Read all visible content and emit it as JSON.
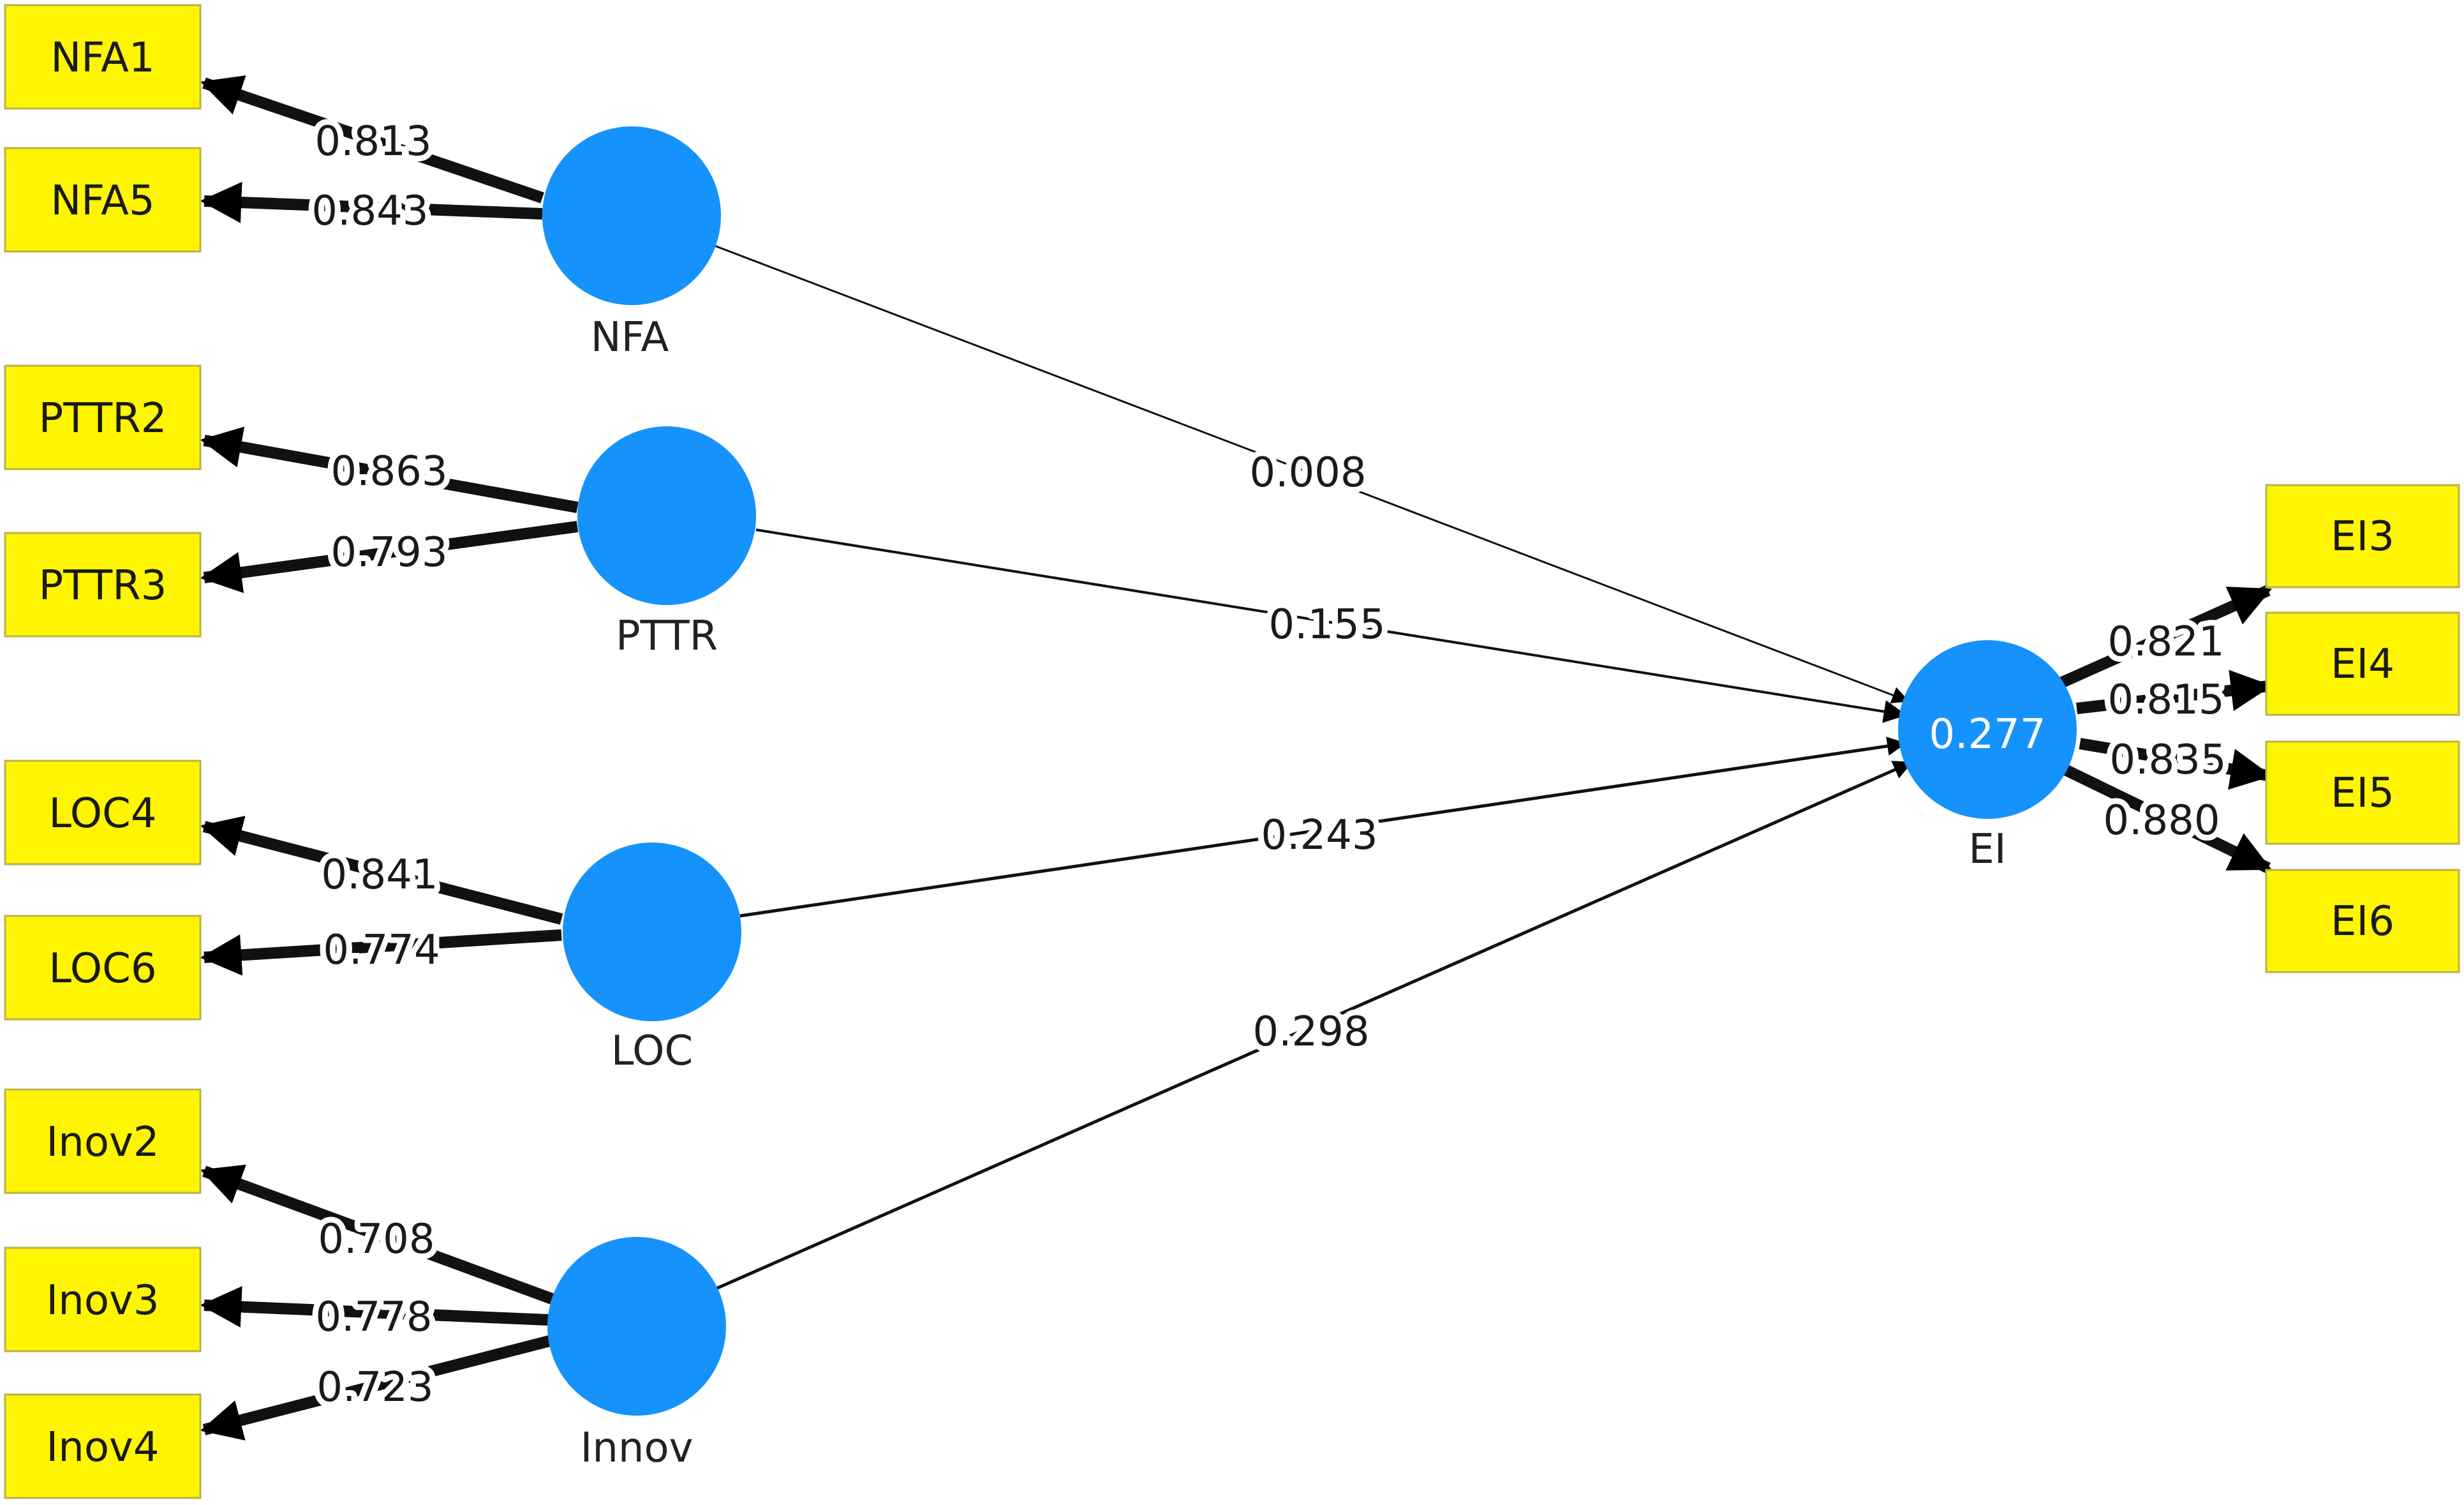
{
  "constructs": {
    "nfa": "NFA",
    "pttr": "PTTR",
    "loc": "LOC",
    "innov": "Innov",
    "ei": "EI",
    "ei_r2": "0.277"
  },
  "indicators": {
    "nfa1": "NFA1",
    "nfa5": "NFA5",
    "pttr2": "PTTR2",
    "pttr3": "PTTR3",
    "loc4": "LOC4",
    "loc6": "LOC6",
    "inov2": "Inov2",
    "inov3": "Inov3",
    "inov4": "Inov4",
    "ei3": "EI3",
    "ei4": "EI4",
    "ei5": "EI5",
    "ei6": "EI6"
  },
  "loadings": {
    "nfa1": "0.813",
    "nfa5": "0.843",
    "pttr2": "0.863",
    "pttr3": "0.793",
    "loc4": "0.841",
    "loc6": "0.774",
    "inov2": "0.708",
    "inov3": "0.778",
    "inov4": "0.723",
    "ei3": "0.821",
    "ei4": "0.815",
    "ei5": "0.835",
    "ei6": "0.880"
  },
  "paths": {
    "nfa_ei": "0.008",
    "pttr_ei": "0.155",
    "loc_ei": "0.243",
    "innov_ei": "0.298"
  }
}
